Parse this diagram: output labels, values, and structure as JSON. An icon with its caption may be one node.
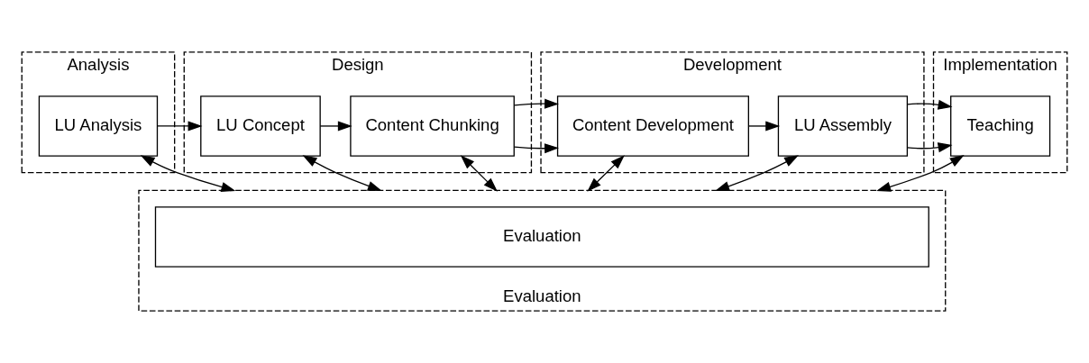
{
  "diagram": {
    "nodes": [
      {
        "text": [
          "Analysis"
        ]
      },
      {
        "text": [
          "LU Analysis"
        ],
        "in": 0
      },
      {
        "text": [
          "Design"
        ]
      },
      {
        "text": [
          "LU Concept"
        ],
        "in": 2
      },
      {
        "text": [
          "Content Chunking"
        ],
        "in": 2
      },
      {
        "text": [
          "Development"
        ]
      },
      {
        "text": [
          "Content Development"
        ],
        "in": 5
      },
      {
        "text": [
          "LU Assembly"
        ],
        "in": 5
      },
      {
        "text": [
          "Implementation"
        ]
      },
      {
        "text": [
          "Teaching"
        ],
        "in": 8
      },
      {
        "text": [
          "Evaluation"
        ]
      },
      {
        "text": [
          "Evaluation"
        ],
        "in": 10
      }
    ],
    "edges": [
      {
        "from": 1,
        "to": 3,
        "arrow": "to"
      },
      {
        "from": 3,
        "to": 4,
        "arrow": "to"
      },
      {
        "from": 4,
        "to": 6,
        "arrow": "to"
      },
      {
        "from": 6,
        "to": 7,
        "arrow": "to"
      },
      {
        "from": 7,
        "to": 9,
        "arrow": "to"
      },
      {
        "from": 10,
        "to": 1,
        "arrow": "both"
      },
      {
        "from": 10,
        "to": 3,
        "arrow": "both"
      },
      {
        "from": 10,
        "to": 4,
        "arrow": "both"
      },
      {
        "from": 10,
        "to": 6,
        "arrow": "both"
      },
      {
        "from": 10,
        "to": 7,
        "arrow": "both"
      },
      {
        "from": 10,
        "to": 9,
        "arrow": "both"
      }
    ]
  }
}
